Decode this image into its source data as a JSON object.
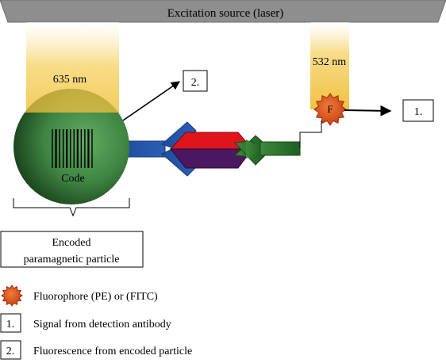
{
  "source_bar": {
    "label": "Excitation source (laser)"
  },
  "beams": {
    "red": {
      "label": "635 nm"
    },
    "green": {
      "label": "532 nm"
    }
  },
  "bead": {
    "code_label": "Code",
    "bar_count": 12
  },
  "fluorophore": {
    "symbol": "F"
  },
  "callouts": {
    "signal": "1.",
    "fluorescence": "2."
  },
  "particle_box": {
    "line1": "Encoded",
    "line2": "paramagnetic particle"
  },
  "legend": {
    "fluorophore": "Fluorophore (PE) or (FITC)",
    "item1_key": "1.",
    "item1_text": "Signal from detection antibody",
    "item2_key": "2.",
    "item2_text": "Fluorescence from encoded particle"
  },
  "colors": {
    "laser_bar": "#8c8c8c",
    "beam": "#f4c84e",
    "bead_dark": "#1d4a1f",
    "bead_light": "#5ea860",
    "capture_antibody": "#2452a6",
    "antigen_red": "#e0141c",
    "antigen_purple": "#4a1860",
    "detection_antibody": "#2f7a2f",
    "fluorophore": "#e25a1f"
  }
}
